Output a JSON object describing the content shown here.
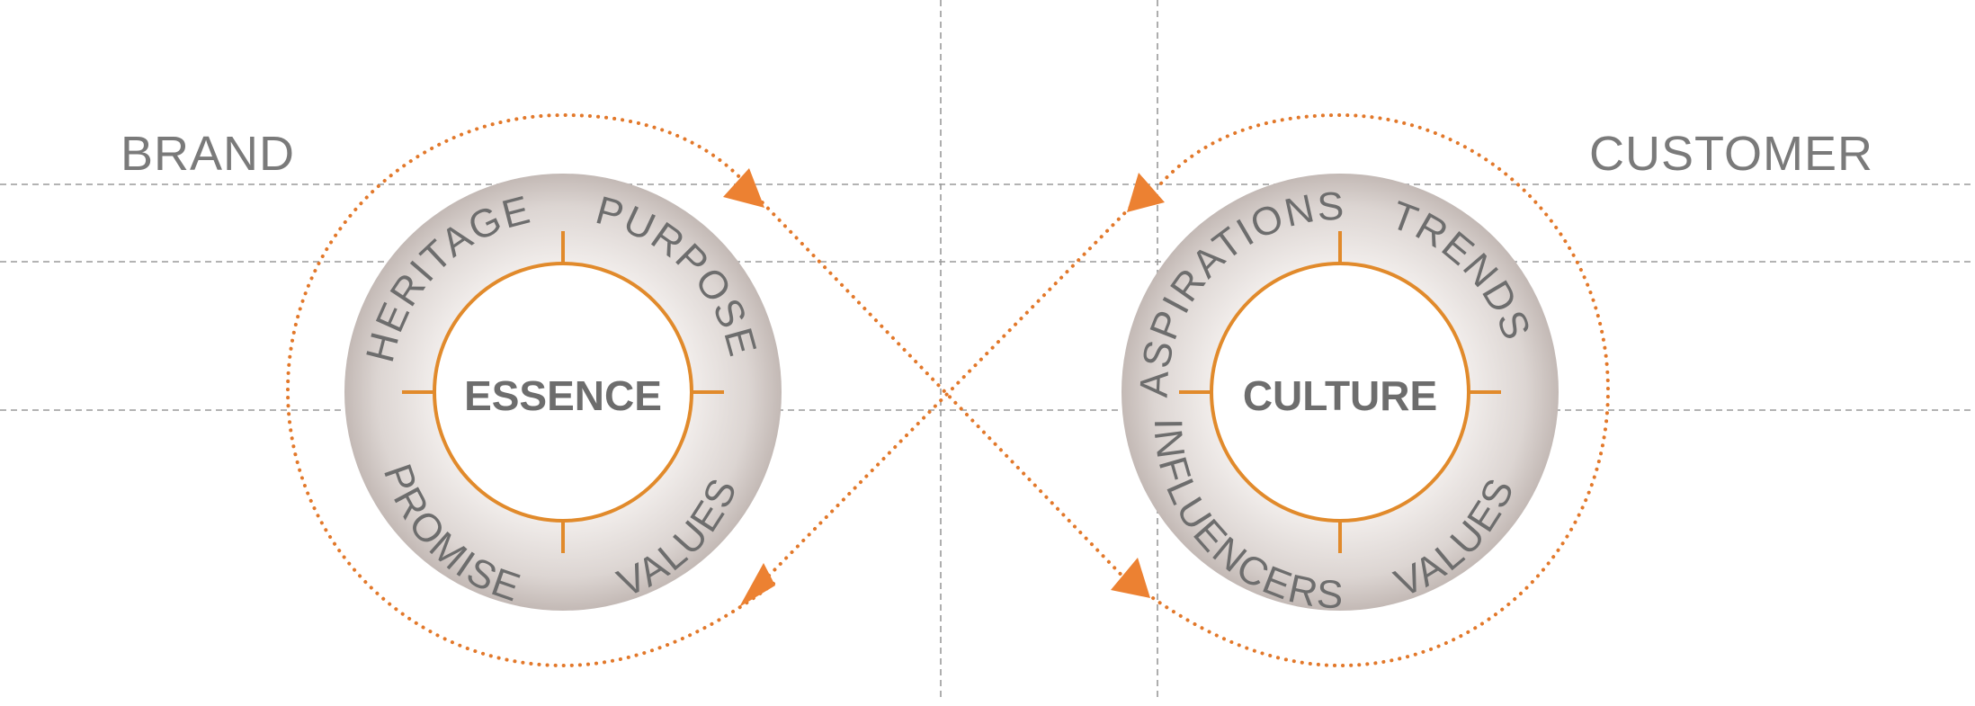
{
  "left_title": "BRAND",
  "right_title": "CUSTOMER",
  "left_circle": {
    "center": "ESSENCE",
    "labels": {
      "top_left": "HERITAGE",
      "top_right": "PURPOSE",
      "bottom_left": "PROMISE",
      "bottom_right": "VALUES"
    }
  },
  "right_circle": {
    "center": "CULTURE",
    "labels": {
      "top_left": "ASPIRATIONS",
      "top_right": "TRENDS",
      "bottom_left": "INFLUENCERS",
      "bottom_right": "VALUES"
    }
  },
  "colors": {
    "accent": "#e2782a",
    "text": "#6d6d6d",
    "sphere": "#c9bfbb"
  }
}
